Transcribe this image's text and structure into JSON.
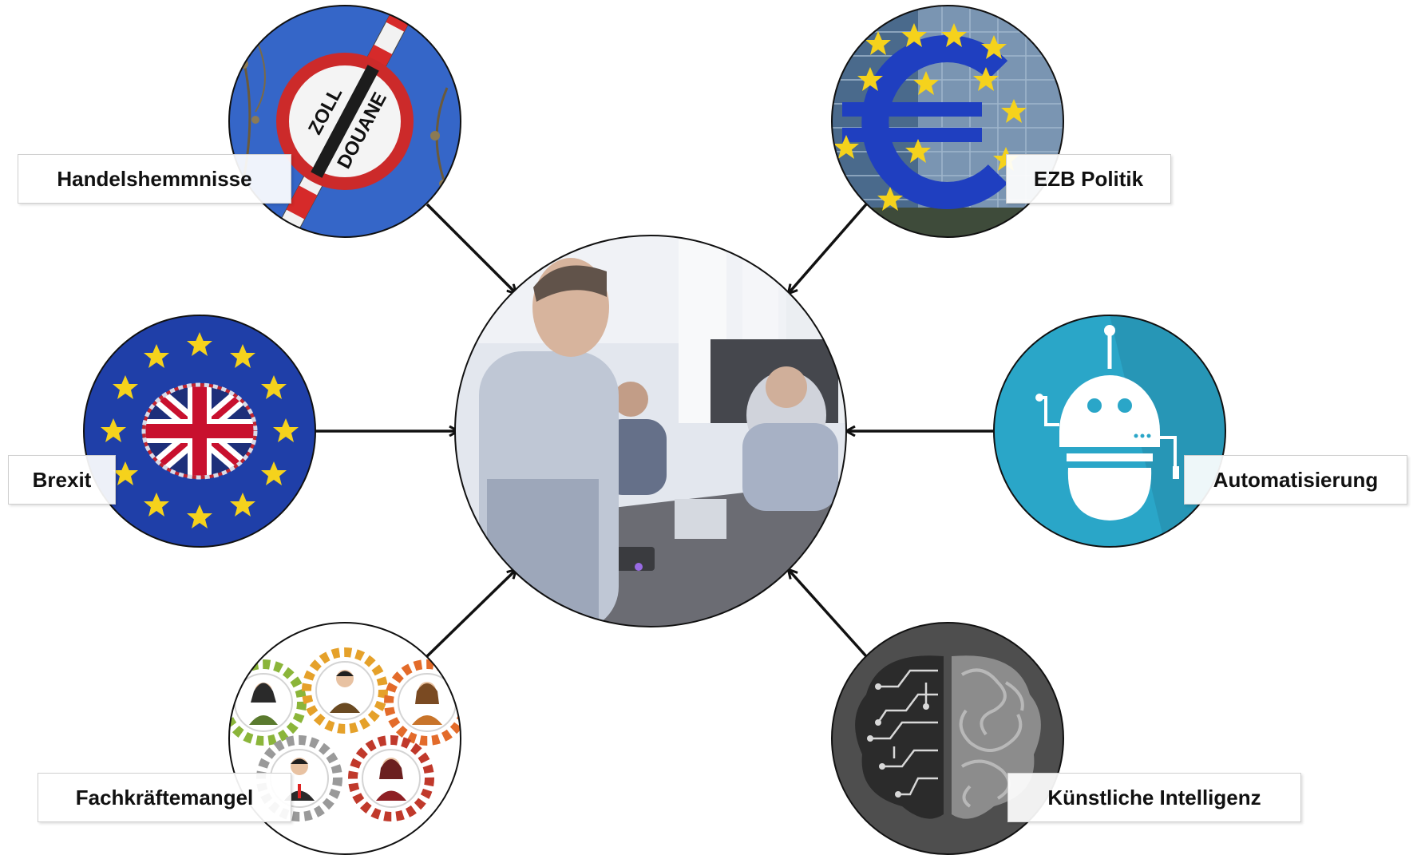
{
  "nodes": {
    "handelshemmnisse": {
      "label": "Handelshemmnisse",
      "sign_line1": "ZOLL",
      "sign_line2": "DOUANE"
    },
    "ezb": {
      "label": "EZB Politik"
    },
    "brexit": {
      "label": "Brexit"
    },
    "automatisierung": {
      "label": "Automatisierung"
    },
    "fachkraeftemangel": {
      "label": "Fachkräftemangel"
    },
    "ki": {
      "label": "Künstliche Intelligenz"
    }
  },
  "center": {
    "image": "business-meeting-photo"
  },
  "colors": {
    "arrow": "#111111",
    "eu_blue": "#1f3fa8",
    "sky_blue": "#3566c8",
    "robot_teal": "#2aa6c8",
    "ai_gray": "#4e4e4e",
    "star_yellow": "#f5d21c"
  }
}
